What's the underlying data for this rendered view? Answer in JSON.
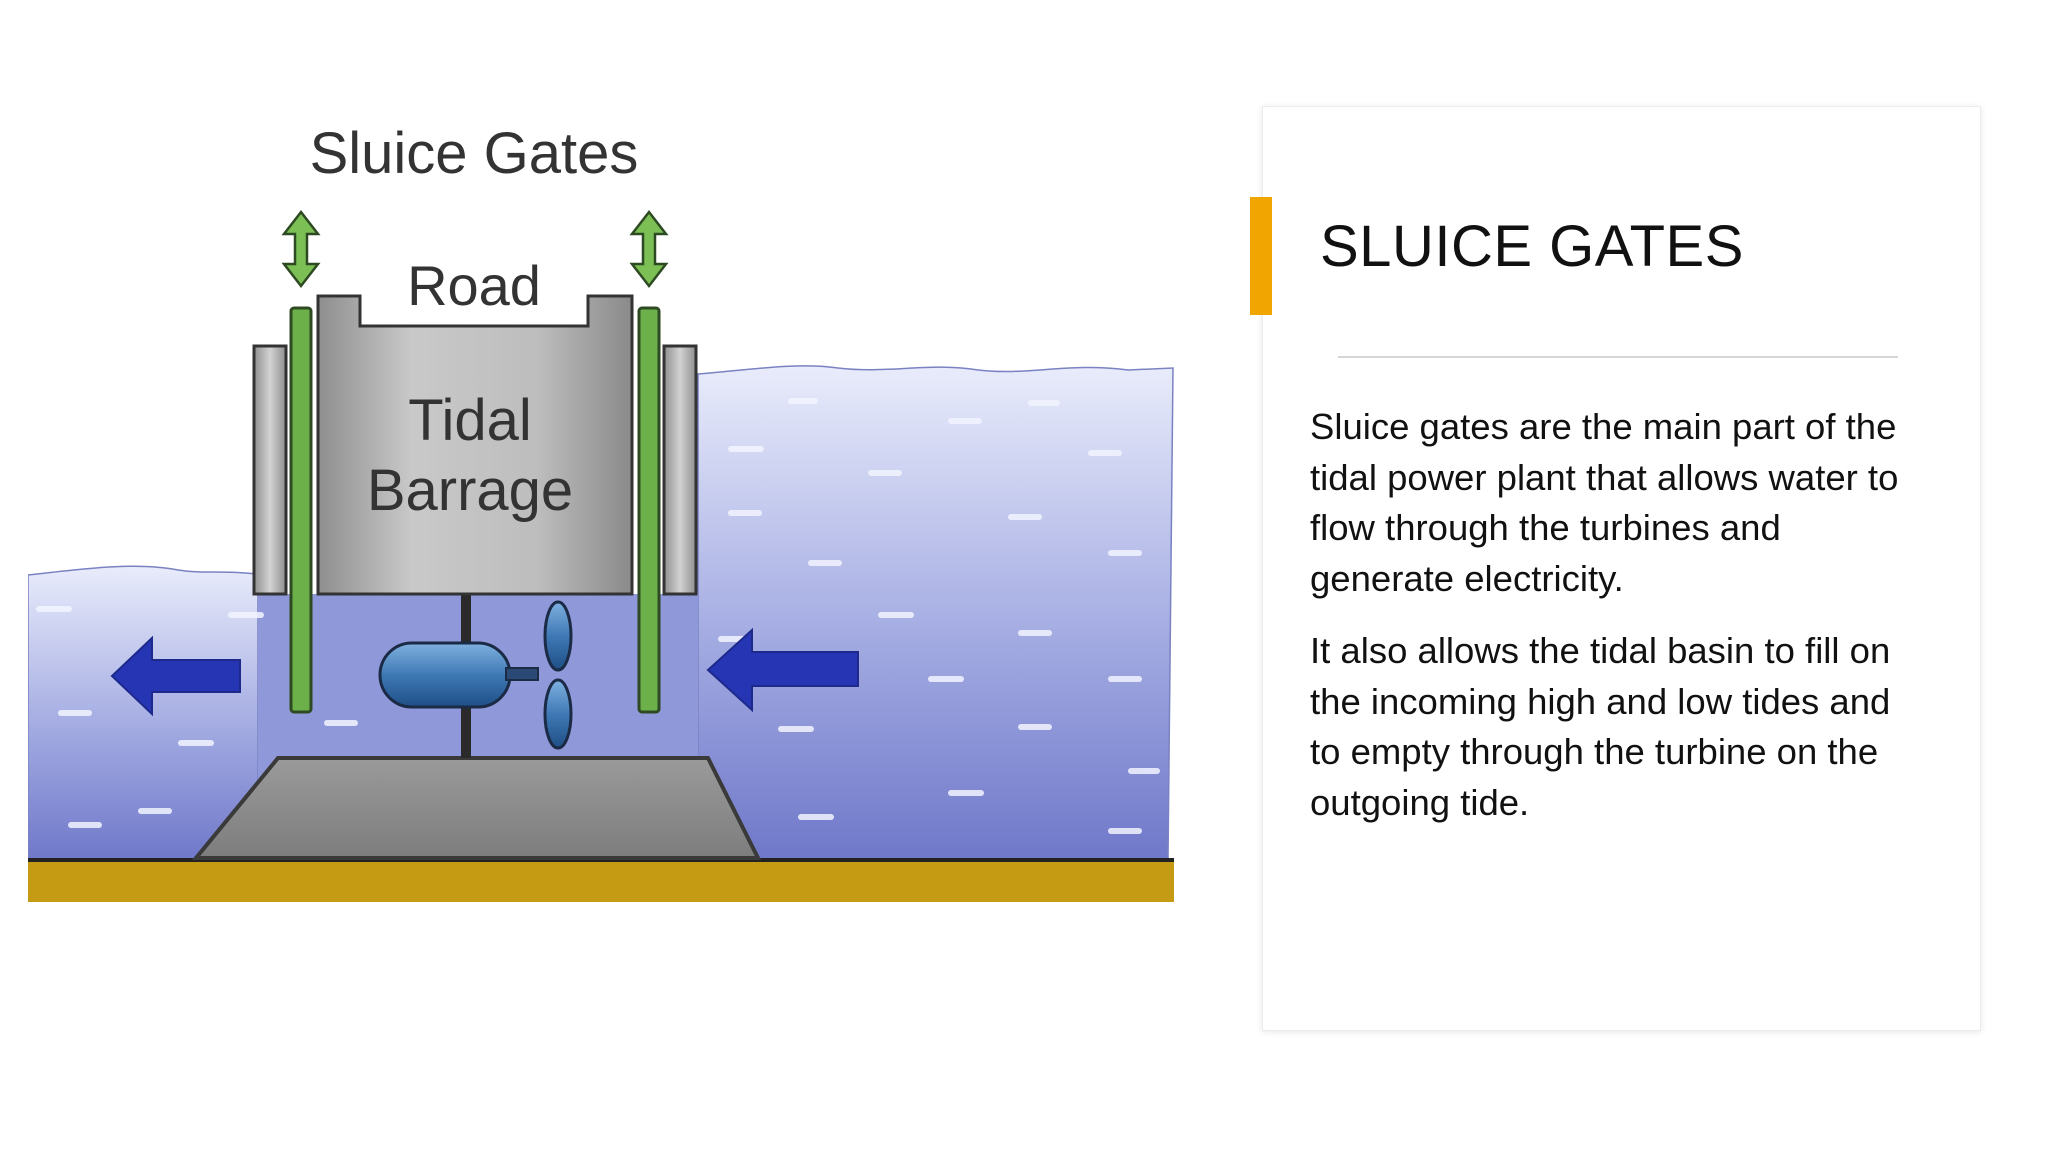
{
  "diagram": {
    "label_sluice_gates": "Sluice Gates",
    "label_road": "Road",
    "label_tidal": "Tidal",
    "label_barrage": "Barrage",
    "colors": {
      "water": "#8d96d8",
      "gate": "#6cb04a",
      "barrage": "#a0a0a0",
      "arrow": "#2535b4",
      "seabed": "#c49b12",
      "turbine": "#4b86c2"
    }
  },
  "card": {
    "accent_color": "#f0a500",
    "title": "SLUICE GATES",
    "paragraphs": [
      "Sluice gates are the main part of the tidal power plant that allows water to flow through the turbines and generate electricity.",
      "It also allows the tidal basin to fill on the incoming high and low tides and to empty through the turbine on the outgoing tide."
    ]
  }
}
